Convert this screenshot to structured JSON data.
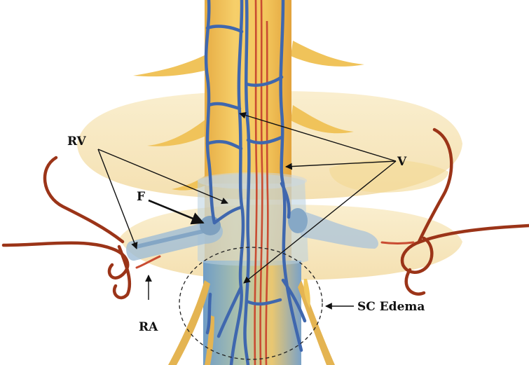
{
  "labels": {
    "rv": "RV",
    "f": "F",
    "v": "V",
    "ra": "RA",
    "sc_edema": "SC Edema"
  },
  "colors": {
    "cord": "#f1c45c",
    "cord_dark": "#dba23d",
    "vertebra": "#f6e3b0",
    "vein": "#3f67ae",
    "artery": "#c94c32",
    "radicular_artery": "#9b3418",
    "fistula_glass": "#a9c2d8",
    "edema": "#7ea6c8"
  }
}
